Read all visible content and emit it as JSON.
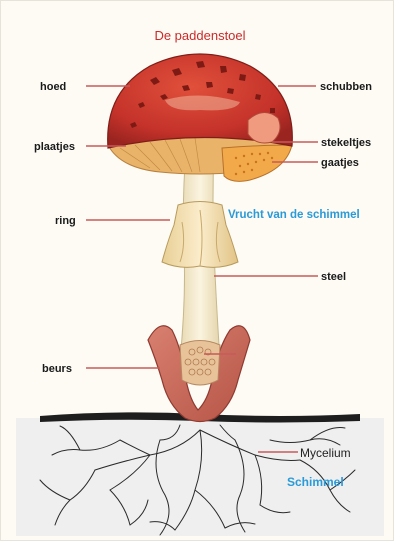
{
  "title": "De paddenstoel",
  "fruit_label": "Vrucht van de schimmel",
  "fungus_label": "Schimmel",
  "parts": {
    "hoed": "hoed",
    "plaatjes": "plaatjes",
    "ring": "ring",
    "beurs": "beurs",
    "schubben": "schubben",
    "stekeltjes": "stekeltjes",
    "gaatjes": "gaatjes",
    "steel": "steel",
    "mycelium": "Mycelium"
  },
  "colors": {
    "title": "#cc2a2a",
    "accent_blue": "#2a9ad8",
    "cap": "#c8352a",
    "stem": "#f4ead0",
    "gills": "#e9b46a",
    "volva": "#c7675a",
    "soil": "#1e1e1e",
    "ground": "#eeeeee"
  }
}
